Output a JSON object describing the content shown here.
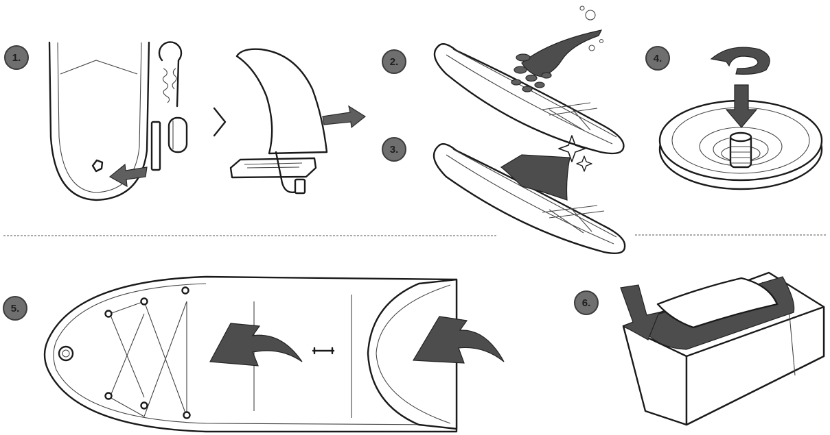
{
  "steps": [
    {
      "id": 1,
      "label": "1."
    },
    {
      "id": 2,
      "label": "2."
    },
    {
      "id": 3,
      "label": "3."
    },
    {
      "id": 4,
      "label": "4."
    },
    {
      "id": 5,
      "label": "5."
    },
    {
      "id": 6,
      "label": "6."
    }
  ],
  "colors": {
    "badge": "#6f6f6f",
    "arrow": "#5f5f5f",
    "line": "#1a1a1a"
  },
  "icons": [
    "leash-icon",
    "fin-icon",
    "rinse-icon",
    "cloth-dry-icon",
    "valve-cap-icon",
    "fold-arrow-icon",
    "bag-icon"
  ]
}
